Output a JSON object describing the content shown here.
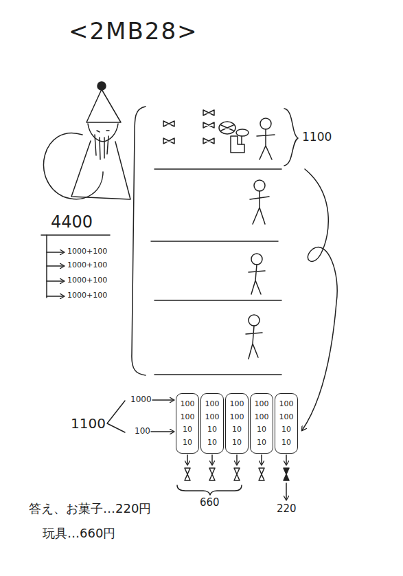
{
  "diagram": {
    "title": "<2MB28>",
    "nodes": [
      {
        "text": [
          "100",
          "100",
          "10",
          "10"
        ]
      },
      {
        "text": [
          "100",
          "100",
          "10",
          "10"
        ]
      },
      {
        "text": [
          "100",
          "100",
          "10",
          "10"
        ]
      },
      {
        "text": [
          "100",
          "100",
          "10",
          "10"
        ]
      },
      {
        "text": [
          "100",
          "100",
          "10",
          "10"
        ]
      }
    ],
    "labels": [
      "1100",
      "4400",
      "1000+100",
      "1000+100",
      "1000+100",
      "1000+100",
      "1100",
      "1000",
      "100",
      "660",
      "220",
      "答え、お菓子…220円",
      "玩具…660円"
    ]
  }
}
